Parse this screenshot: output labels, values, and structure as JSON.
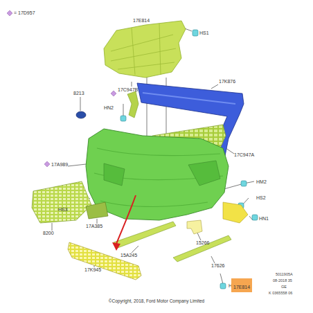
{
  "diagram": {
    "caption": "©Copyright, 2018, Ford Motor Company Limited",
    "nodes": [
      {
        "text": [
          "17E814"
        ]
      }
    ],
    "labels": [
      "= 17D957",
      "17E814",
      "HS1",
      "8213",
      "HN2",
      "17C947B",
      "17K876",
      "17C947A",
      "17A989",
      "HM2",
      "HS2",
      "HS3",
      "HN1",
      "8200",
      "17A385",
      "15266",
      "15A245",
      "17626",
      "HM1",
      "17K945",
      "5011905A",
      "08-2018 35",
      "GE",
      "K 0365558 06"
    ]
  }
}
